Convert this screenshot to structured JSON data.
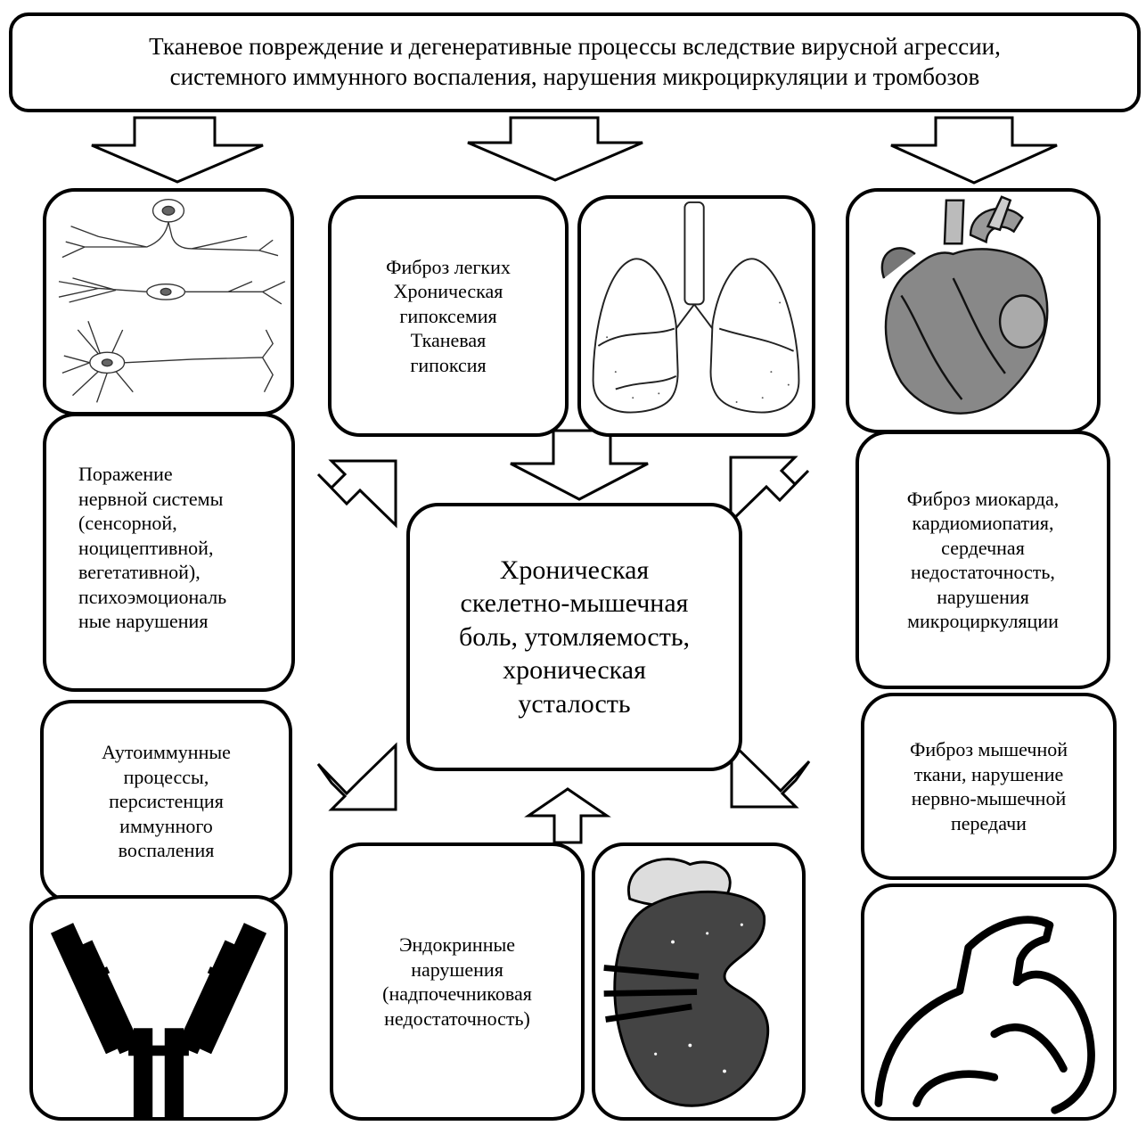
{
  "diagram": {
    "header": "Тканевое повреждение и дегенеративные процессы вследствие вирусной агрессии,\nсистемного иммунного воспаления, нарушения микроциркуляции и тромбозов",
    "center": "Хроническая\nскелетно-мышечная\nболь, утомляемость,\nхроническая\nусталость",
    "lung_text": "Фиброз легких\nХроническая\nгипоксемия\nТканевая\nгипоксия",
    "nervous_text": "Поражение\nнервной системы\n(сенсорной,\nноцицептивной,\nвегетативной),\nпсихоэмоциональ\nные нарушения",
    "autoimmune_text": "Аутоиммунные\nпроцессы,\nперсистенция\nиммунного\nвоспаления",
    "endocrine_text": "Эндокринные\nнарушения\n(надпочечниковая\nнедостаточность)",
    "cardiac_text": "Фиброз миокарда,\nкардиомиопатия,\nсердечная\nнедостаточность,\nнарушения\nмикроциркуляции",
    "muscle_text": "Фиброз мышечной\nткани, нарушение\nнервно-мышечной\nпередачи",
    "icons": [
      "neuron-icon",
      "lungs-icon",
      "heart-icon",
      "antibody-icon",
      "kidney-adrenal-icon",
      "biceps-icon"
    ]
  }
}
